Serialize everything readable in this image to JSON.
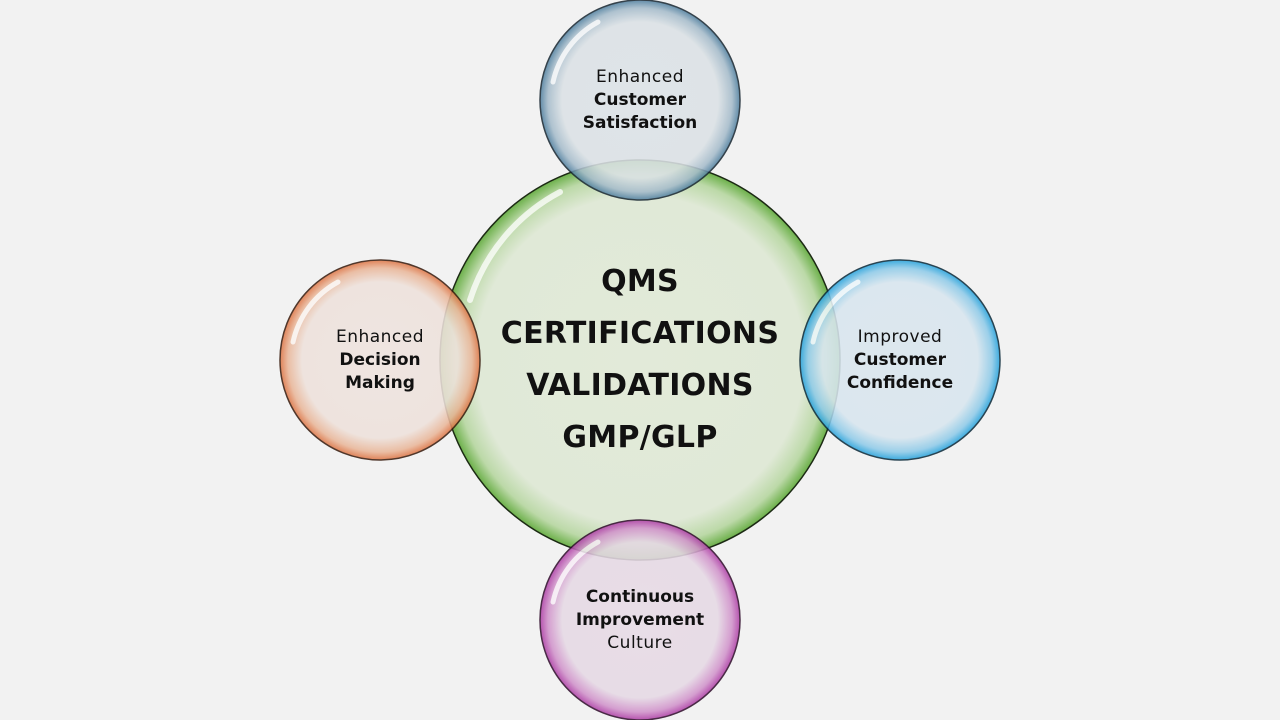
{
  "center": {
    "lines": [
      "QMS",
      "CERTIFICATIONS",
      "VALIDATIONS",
      "GMP/GLP"
    ]
  },
  "nodes": {
    "customer_satisfaction": {
      "line1": "Enhanced",
      "line2": "Customer",
      "line3": "Satisfaction",
      "color": "#5b87a6"
    },
    "decision_making": {
      "line1": "Enhanced",
      "line2": "Decision",
      "line3": "Making",
      "color": "#e07a4a"
    },
    "customer_confidence": {
      "line1": "Improved",
      "line2": "Customer",
      "line3": "Confidence",
      "color": "#2ea6dd"
    },
    "continuous_improvement": {
      "line1": "Continuous",
      "line2": "Improvement",
      "line3": "Culture",
      "color": "#b040a8"
    }
  },
  "center_color": "#6cb04a",
  "background": "#f2f2f2"
}
